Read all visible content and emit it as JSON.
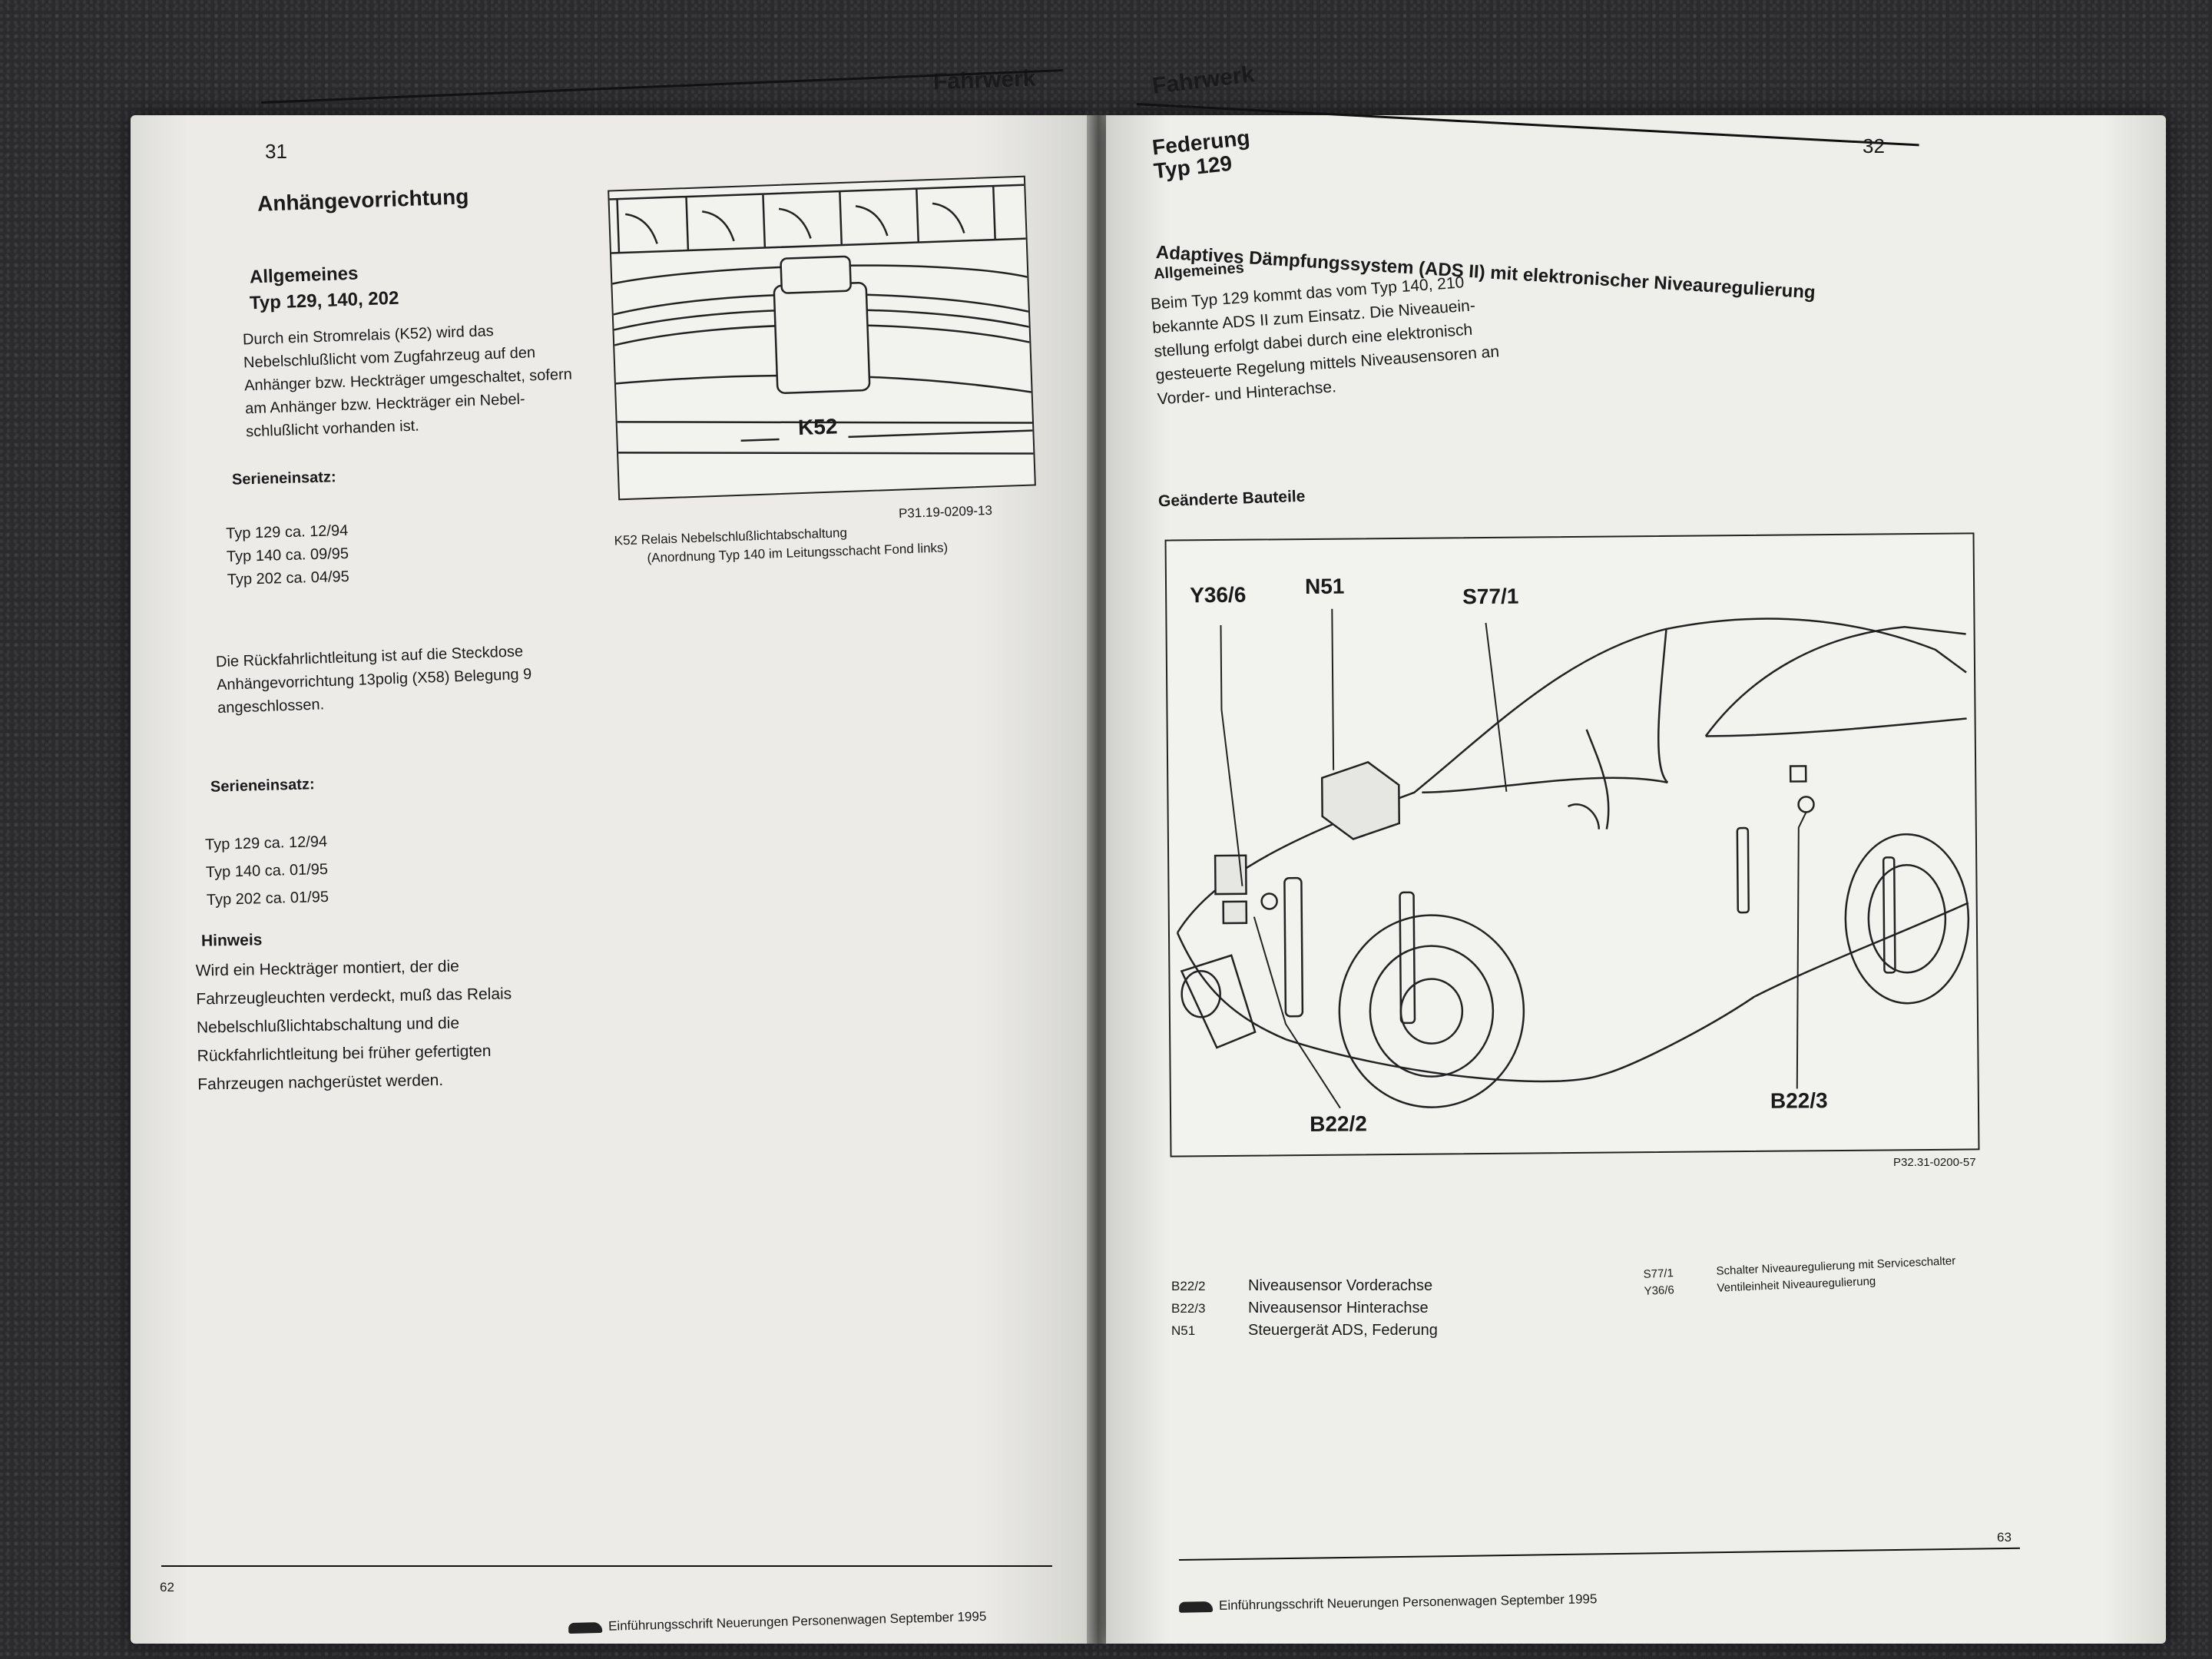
{
  "left_page": {
    "section": "Fahrwerk",
    "page_top": "31",
    "heading": "Anhängevorrichtung",
    "general_title": "Allgemeines",
    "type_line": "Typ 129, 140, 202",
    "para1": [
      "Durch ein Stromrelais (K52) wird das",
      "Nebelschlußlicht vom Zugfahrzeug auf den",
      "Anhänger bzw. Heckträger umgeschaltet, sofern",
      "am Anhänger bzw. Heckträger ein Nebel-",
      "schlußlicht vorhanden ist."
    ],
    "serie1_title": "Serieneinsatz:",
    "serie1": [
      "Typ 129 ca. 12/94",
      "Typ 140 ca. 09/95",
      "Typ 202 ca. 04/95"
    ],
    "figure_callout": "K52",
    "figure_code": "P31.19-0209-13",
    "figure_caption": [
      "K52  Relais Nebelschlußlichtabschaltung",
      "(Anordnung Typ 140 im Leitungsschacht Fond links)"
    ],
    "para2": [
      "Die Rückfahrlichtleitung ist auf die Steckdose",
      "Anhängevorrichtung 13polig (X58) Belegung 9",
      "angeschlossen."
    ],
    "serie2_title": "Serieneinsatz:",
    "serie2": [
      "Typ 129 ca. 12/94",
      "Typ 140 ca. 01/95",
      "Typ 202 ca. 01/95"
    ],
    "hint_title": "Hinweis",
    "hint": [
      "Wird ein Heckträger montiert, der die",
      "Fahrzeugleuchten verdeckt, muß das Relais",
      "Nebelschlußlichtabschaltung und die",
      "Rückfahrlichtleitung bei früher gefertigten",
      "Fahrzeugen nachgerüstet werden."
    ],
    "page_bottom": "62",
    "footer": "Einführungsschrift Neuerungen Personenwagen September 1995"
  },
  "right_page": {
    "section": "Fahrwerk",
    "page_top": "32",
    "title1": "Federung",
    "title2": "Typ 129",
    "heading": "Adaptives Dämpfungssystem (ADS II) mit elektronischer Niveauregulierung",
    "general_title": "Allgemeines",
    "para": [
      "Beim Typ 129 kommt das vom Typ 140, 210",
      "bekannte ADS II zum Einsatz. Die Niveauein-",
      "stellung erfolgt dabei durch eine elektronisch",
      "gesteuerte Regelung mittels Niveausensoren an",
      "Vorder- und Hinterachse."
    ],
    "parts_title": "Geänderte Bauteile",
    "callouts": {
      "y36": "Y36/6",
      "n51": "N51",
      "s77": "S77/1",
      "b222": "B22/2",
      "b223": "B22/3"
    },
    "figure_code": "P32.31-0200-57",
    "legend_left": [
      {
        "code": "B22/2",
        "text": "Niveausensor Vorderachse"
      },
      {
        "code": "B22/3",
        "text": "Niveausensor Hinterachse"
      },
      {
        "code": "N51",
        "text": "Steuergerät ADS, Federung"
      }
    ],
    "legend_right": [
      {
        "code": "S77/1",
        "text": "Schalter Niveauregulierung mit Serviceschalter"
      },
      {
        "code": "Y36/6",
        "text": "Ventileinheit Niveauregulierung"
      }
    ],
    "page_bottom": "63",
    "footer": "Einführungsschrift Neuerungen Personenwagen September 1995"
  }
}
